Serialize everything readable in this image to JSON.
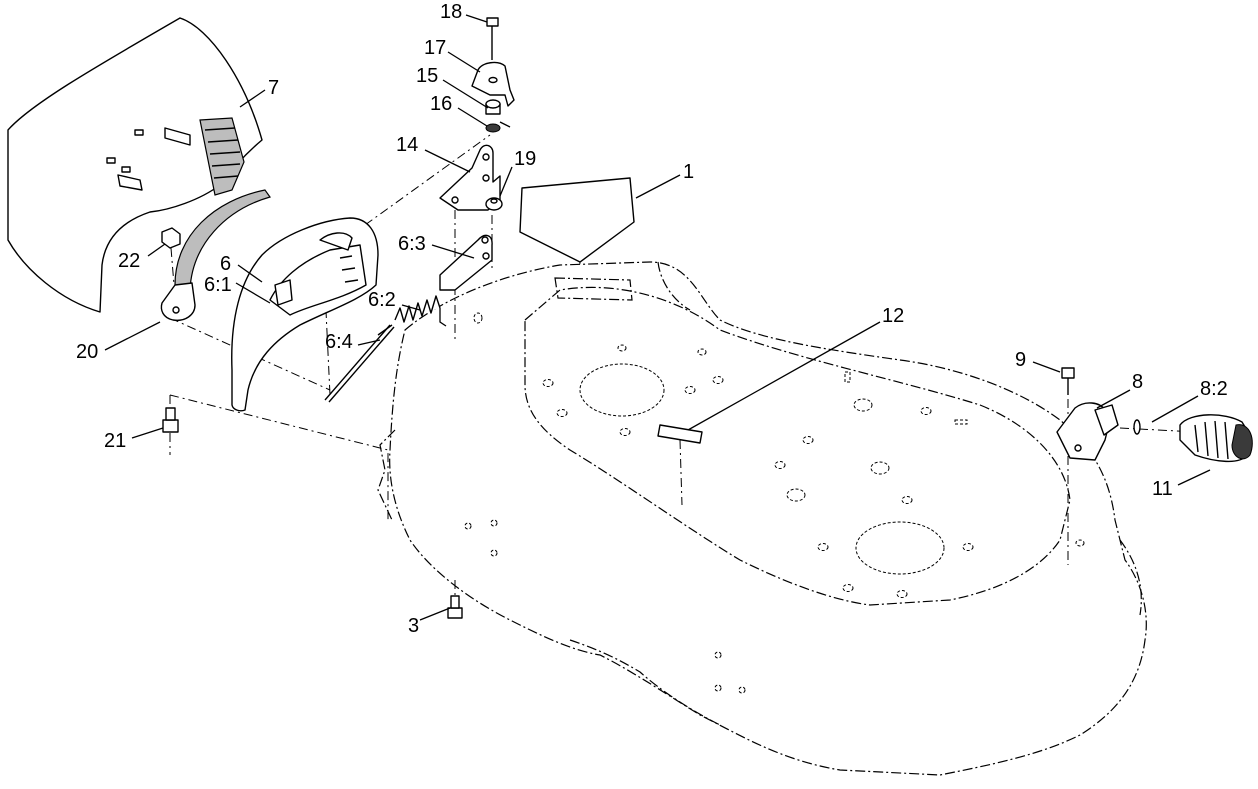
{
  "diagram": {
    "callouts": [
      {
        "id": "c1",
        "label": "1"
      },
      {
        "id": "c3",
        "label": "3"
      },
      {
        "id": "c6",
        "label": "6"
      },
      {
        "id": "c6_1",
        "label": "6:1"
      },
      {
        "id": "c6_2",
        "label": "6:2"
      },
      {
        "id": "c6_3",
        "label": "6:3"
      },
      {
        "id": "c6_4",
        "label": "6:4"
      },
      {
        "id": "c7",
        "label": "7"
      },
      {
        "id": "c8",
        "label": "8"
      },
      {
        "id": "c8_2",
        "label": "8:2"
      },
      {
        "id": "c9",
        "label": "9"
      },
      {
        "id": "c11",
        "label": "11"
      },
      {
        "id": "c12",
        "label": "12"
      },
      {
        "id": "c14",
        "label": "14"
      },
      {
        "id": "c15",
        "label": "15"
      },
      {
        "id": "c16",
        "label": "16"
      },
      {
        "id": "c17",
        "label": "17"
      },
      {
        "id": "c18",
        "label": "18"
      },
      {
        "id": "c19",
        "label": "19"
      },
      {
        "id": "c20",
        "label": "20"
      },
      {
        "id": "c21",
        "label": "21"
      },
      {
        "id": "c22",
        "label": "22"
      }
    ]
  }
}
